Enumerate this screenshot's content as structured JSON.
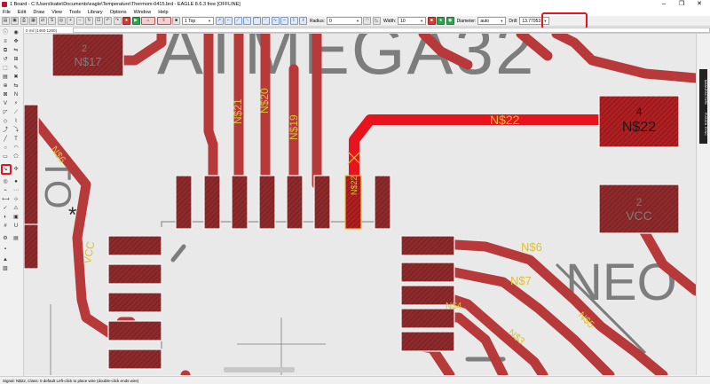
{
  "window": {
    "title": "1 Board - C:\\Users\\katie\\Documents\\eagle\\Temperature\\Thermom-0415.brd - EAGLE 8.6.3 free [OFFLINE]",
    "minimize": "–",
    "maximize": "❐",
    "close": "✕"
  },
  "menu": [
    "File",
    "Edit",
    "Draw",
    "View",
    "Tools",
    "Library",
    "Options",
    "Window",
    "Help"
  ],
  "toolbar": {
    "layer": "1 Top",
    "radius_label": "Radius:",
    "radius_value": "0",
    "width_label": "Width:",
    "width_value": "10",
    "diameter_label": "Diameter:",
    "diameter_value": "auto",
    "drill_label": "Drill:",
    "drill_value": "13.77953"
  },
  "infobar": {
    "coords": "0 mil (1460 1260)"
  },
  "right_tabs": [
    "MANUFACTURING",
    "FUSION SYNC"
  ],
  "board": {
    "texts": {
      "big_top": "ATMEGA32",
      "ns17": "N$17",
      "ns17_num": "2",
      "ns21": "N$21",
      "ns20": "N$20",
      "ns19": "N$19",
      "ns22_top": "N$22",
      "ns22_pad": "N$22",
      "ns22_pad_num": "4",
      "ns22_small": "N$22",
      "vcc_pad": "VCC",
      "vcc_pad_num": "2",
      "vcc_left": "VCC",
      "neo": "NEO",
      "ns6": "N$6",
      "ns7": "N$7",
      "ns4": "N$4",
      "ns3": "N$3",
      "ns5": "N$5",
      "left_to": "TO",
      "ns_left": "N$6",
      "left_star": "*"
    },
    "colors": {
      "trace": "#b8393a",
      "trace_selected": "#e8141d",
      "pad_fill": "#8e2a2b",
      "pad_hatch": "#6a1d1e",
      "pad_outline": "#f6f6f6",
      "silkscreen": "#7d7d7d",
      "label_yellow": "#d8c23a",
      "background": "#e9e9e9"
    }
  },
  "status": {
    "text": "Signal: N$22, Class: 0 default Left-click to place wire (double-click ends wire)"
  }
}
